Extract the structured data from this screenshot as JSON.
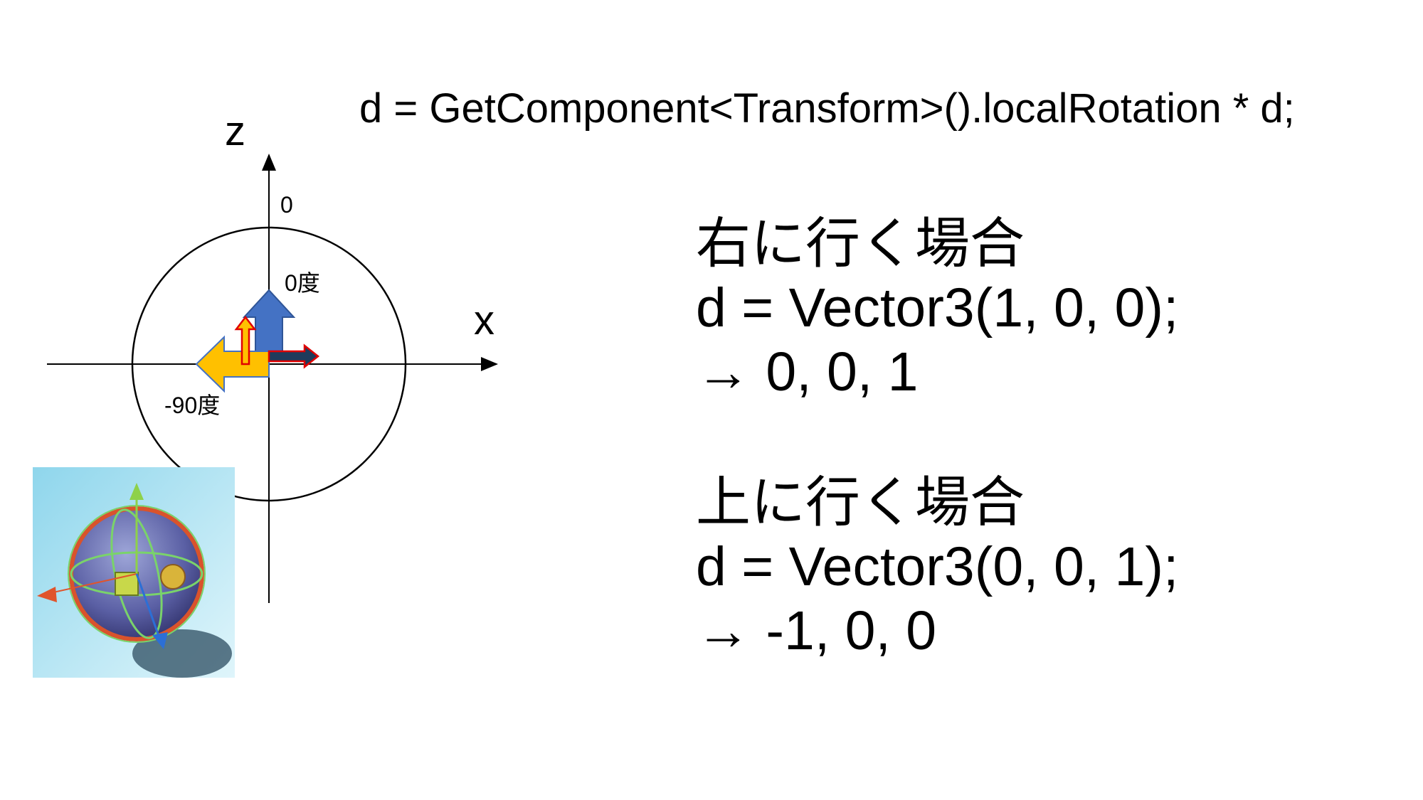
{
  "code": "d = GetComponent<Transform>().localRotation * d;",
  "diagram": {
    "axis_z": "z",
    "axis_x": "x",
    "label_zero": "0",
    "label_zero_deg": "0度",
    "label_minus90_deg": "-90度"
  },
  "cases": [
    {
      "heading": "右に行く場合",
      "code": "d = Vector3(1, 0, 0);",
      "result": "→ 0, 0, 1"
    },
    {
      "heading": "上に行く場合",
      "code": "d = Vector3(0, 0, 1);",
      "result": "→ -1, 0, 0"
    }
  ],
  "colors": {
    "blue_arrow": "#4472c4",
    "yellow_arrow": "#ffc000",
    "red_outline": "#e00000",
    "dark_arrow": "#1f3b5c"
  }
}
